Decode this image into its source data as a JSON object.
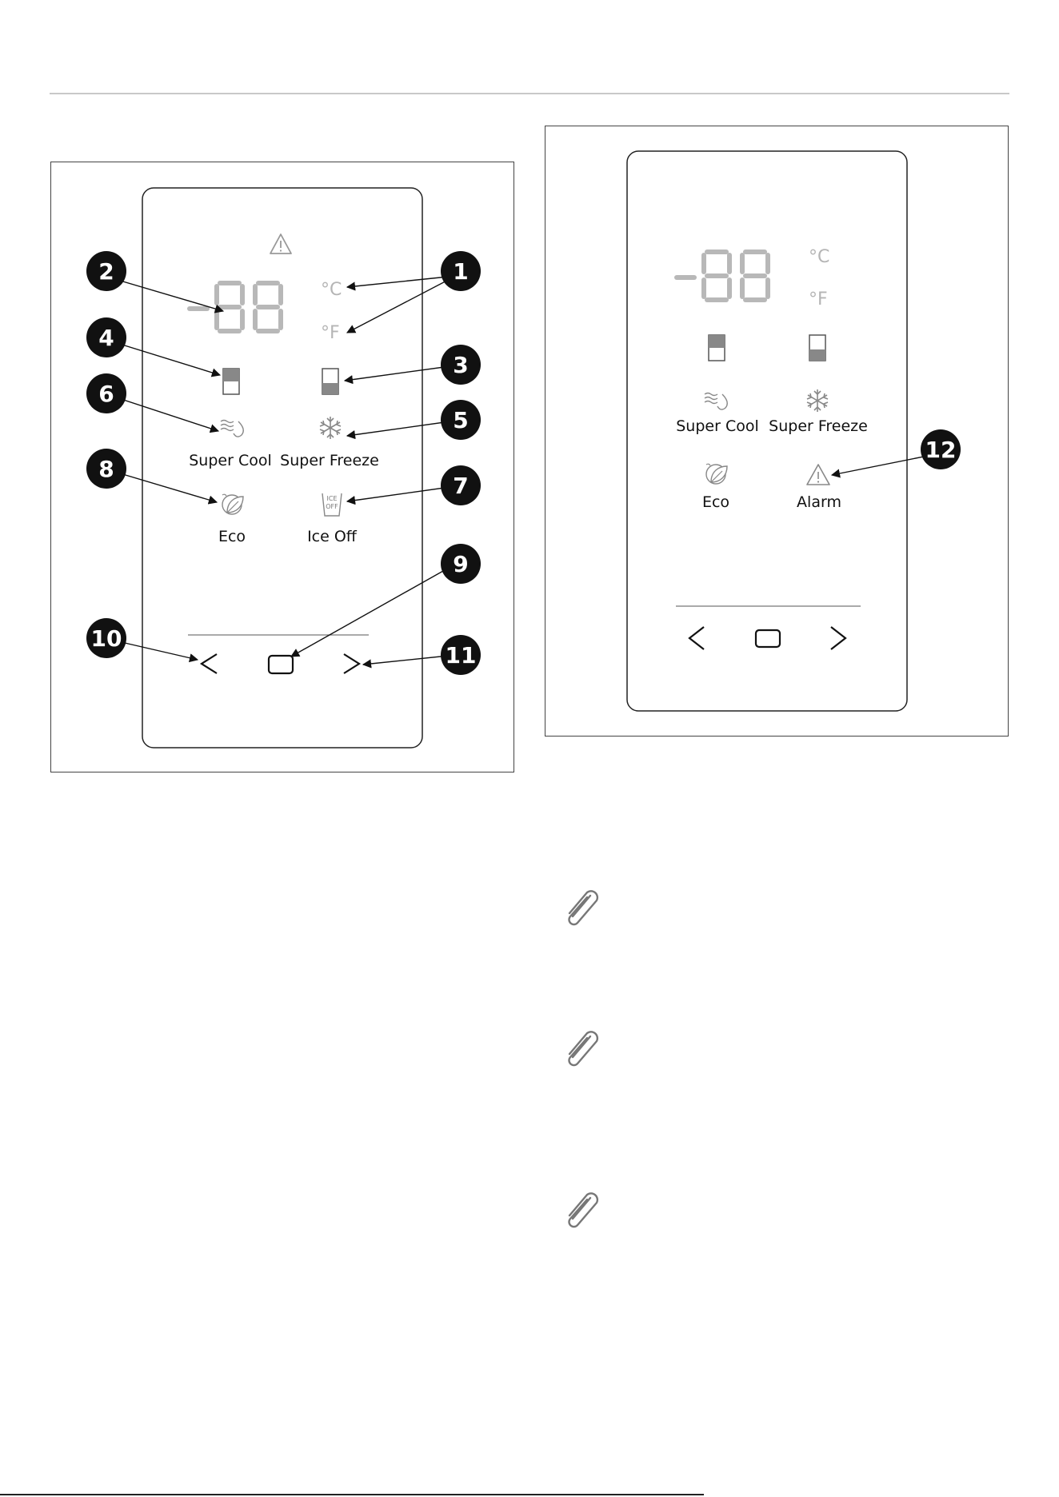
{
  "left_panel": {
    "display": {
      "digits": "-88",
      "unit_c": "°C",
      "unit_f": "°F"
    },
    "buttons": {
      "super_cool": "Super Cool",
      "super_freeze": "Super Freeze",
      "eco": "Eco",
      "ice_off": "Ice Off",
      "ice_off_icon_text": [
        "ICE",
        "OFF"
      ]
    },
    "callouts": [
      "1",
      "2",
      "3",
      "4",
      "5",
      "6",
      "7",
      "8",
      "9",
      "10",
      "11"
    ]
  },
  "right_panel": {
    "display": {
      "digits": "-88",
      "unit_c": "°C",
      "unit_f": "°F"
    },
    "buttons": {
      "super_cool": "Super Cool",
      "super_freeze": "Super Freeze",
      "eco": "Eco",
      "alarm": "Alarm"
    },
    "callouts": [
      "12"
    ]
  },
  "icons": {
    "alarm": "warning-triangle-icon",
    "fridge_top": "fridge-compartment-icon",
    "fridge_bottom": "freezer-compartment-icon",
    "super_cool": "super-cool-icon",
    "super_freeze": "snowflake-icon",
    "eco": "eco-leaf-icon",
    "ice_off": "ice-off-icon",
    "left": "chevron-left-icon",
    "ok": "ok-square-icon",
    "right": "chevron-right-icon",
    "note": "paperclip-icon"
  },
  "colors": {
    "segment": "#b8b8b8",
    "callout": "#111111",
    "frame": "#444444"
  }
}
